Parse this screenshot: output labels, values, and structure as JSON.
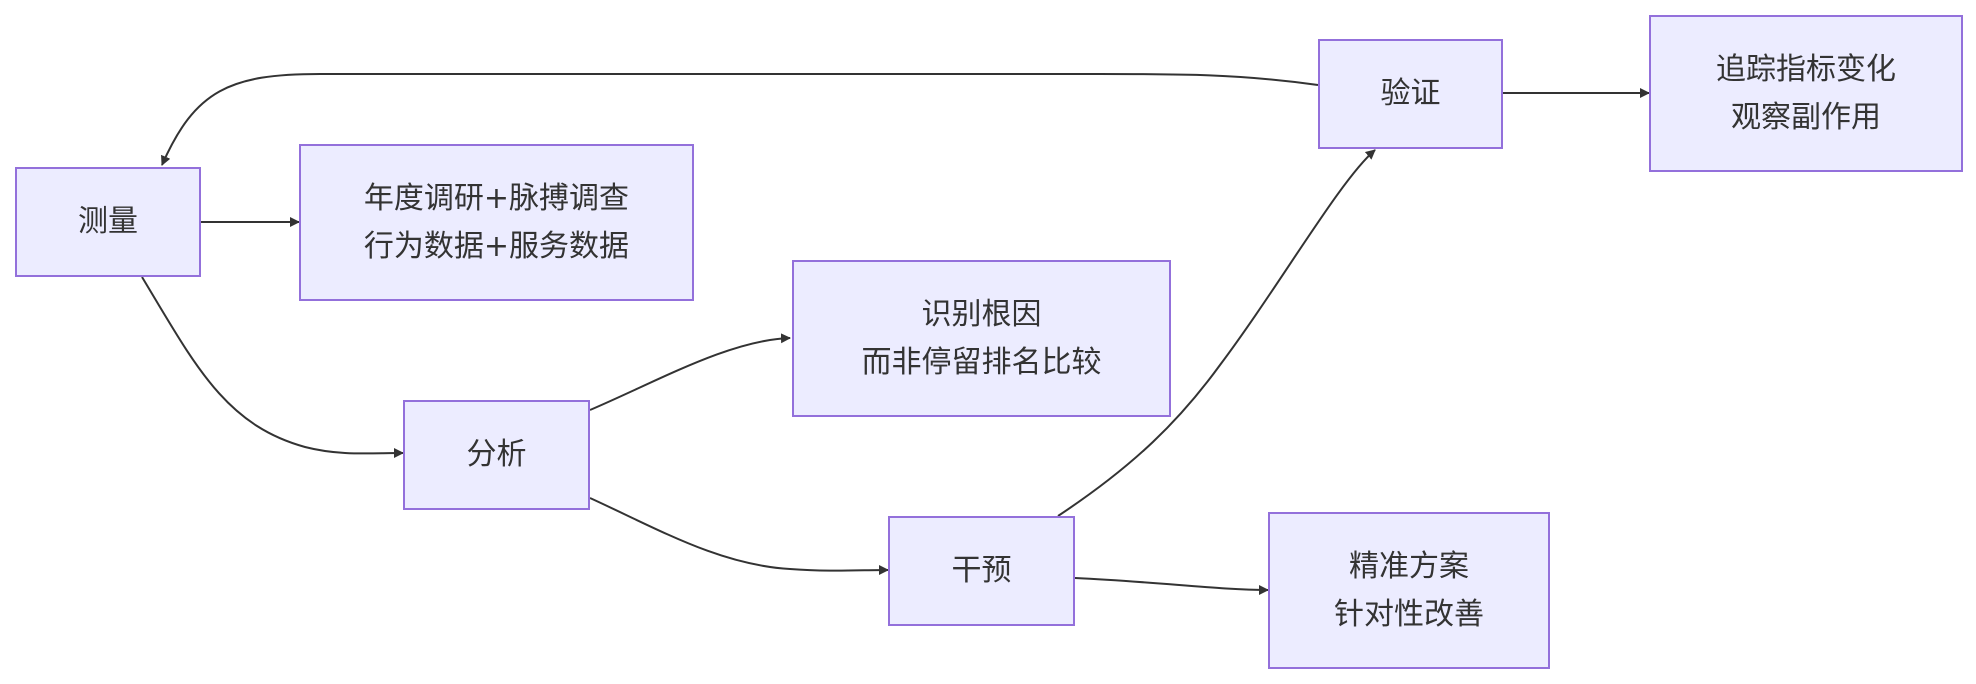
{
  "diagram": {
    "type": "flowchart",
    "colors": {
      "node_fill": "#ECECFF",
      "node_border": "#9370DB",
      "text": "#333333",
      "edge": "#333333"
    },
    "nodes": {
      "measure": {
        "lines": [
          "测量"
        ]
      },
      "measure_detail": {
        "lines": [
          "年度调研+脉搏调查",
          "行为数据+服务数据"
        ]
      },
      "analyze": {
        "lines": [
          "分析"
        ]
      },
      "analyze_detail": {
        "lines": [
          "识别根因",
          "而非停留排名比较"
        ]
      },
      "intervene": {
        "lines": [
          "干预"
        ]
      },
      "intervene_detail": {
        "lines": [
          "精准方案",
          "针对性改善"
        ]
      },
      "verify": {
        "lines": [
          "验证"
        ]
      },
      "verify_detail": {
        "lines": [
          "追踪指标变化",
          "观察副作用"
        ]
      }
    },
    "edges": [
      {
        "from": "measure",
        "to": "measure_detail"
      },
      {
        "from": "measure",
        "to": "analyze"
      },
      {
        "from": "analyze",
        "to": "analyze_detail"
      },
      {
        "from": "analyze",
        "to": "intervene"
      },
      {
        "from": "intervene",
        "to": "intervene_detail"
      },
      {
        "from": "intervene",
        "to": "verify"
      },
      {
        "from": "verify",
        "to": "verify_detail"
      },
      {
        "from": "verify",
        "to": "measure"
      }
    ]
  }
}
